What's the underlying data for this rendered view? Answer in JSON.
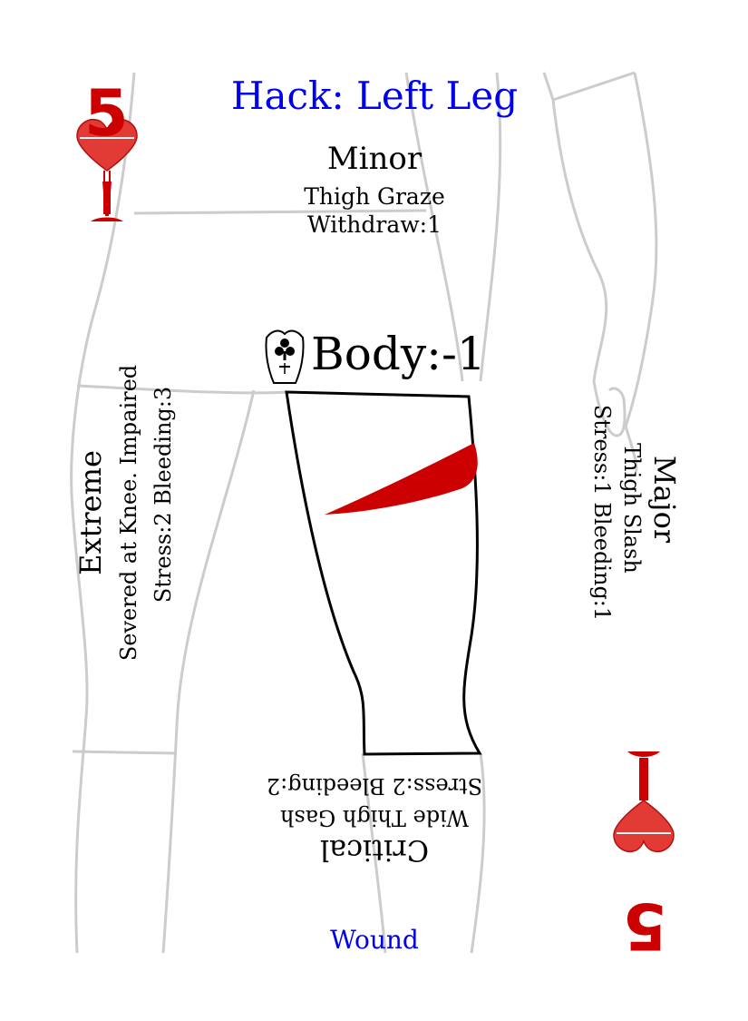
{
  "card": {
    "title": "Hack: Left Leg",
    "footer": "Wound",
    "rank": "5",
    "suit_icon": "heart-goblet-icon",
    "colors": {
      "title": "#0000ee",
      "rank": "#cc0000",
      "wound": "#cc0000",
      "outline": "#cccccc"
    },
    "stat": {
      "icon": "torso-club-icon",
      "label": "Body:-1"
    },
    "minor": {
      "heading": "Minor",
      "desc": "Thigh Graze",
      "effect": "Withdraw:1"
    },
    "major": {
      "heading": "Major",
      "desc": "Thigh Slash",
      "effect": "Stress:1 Bleeding:1"
    },
    "critical": {
      "heading": "Critical",
      "desc": "Wide Thigh Gash",
      "effect": "Stress:2 Bleeding:2"
    },
    "extreme": {
      "heading": "Extreme",
      "desc": "Severed at Knee. Impaired",
      "effect": "Stress:2 Bleeding:3"
    }
  }
}
